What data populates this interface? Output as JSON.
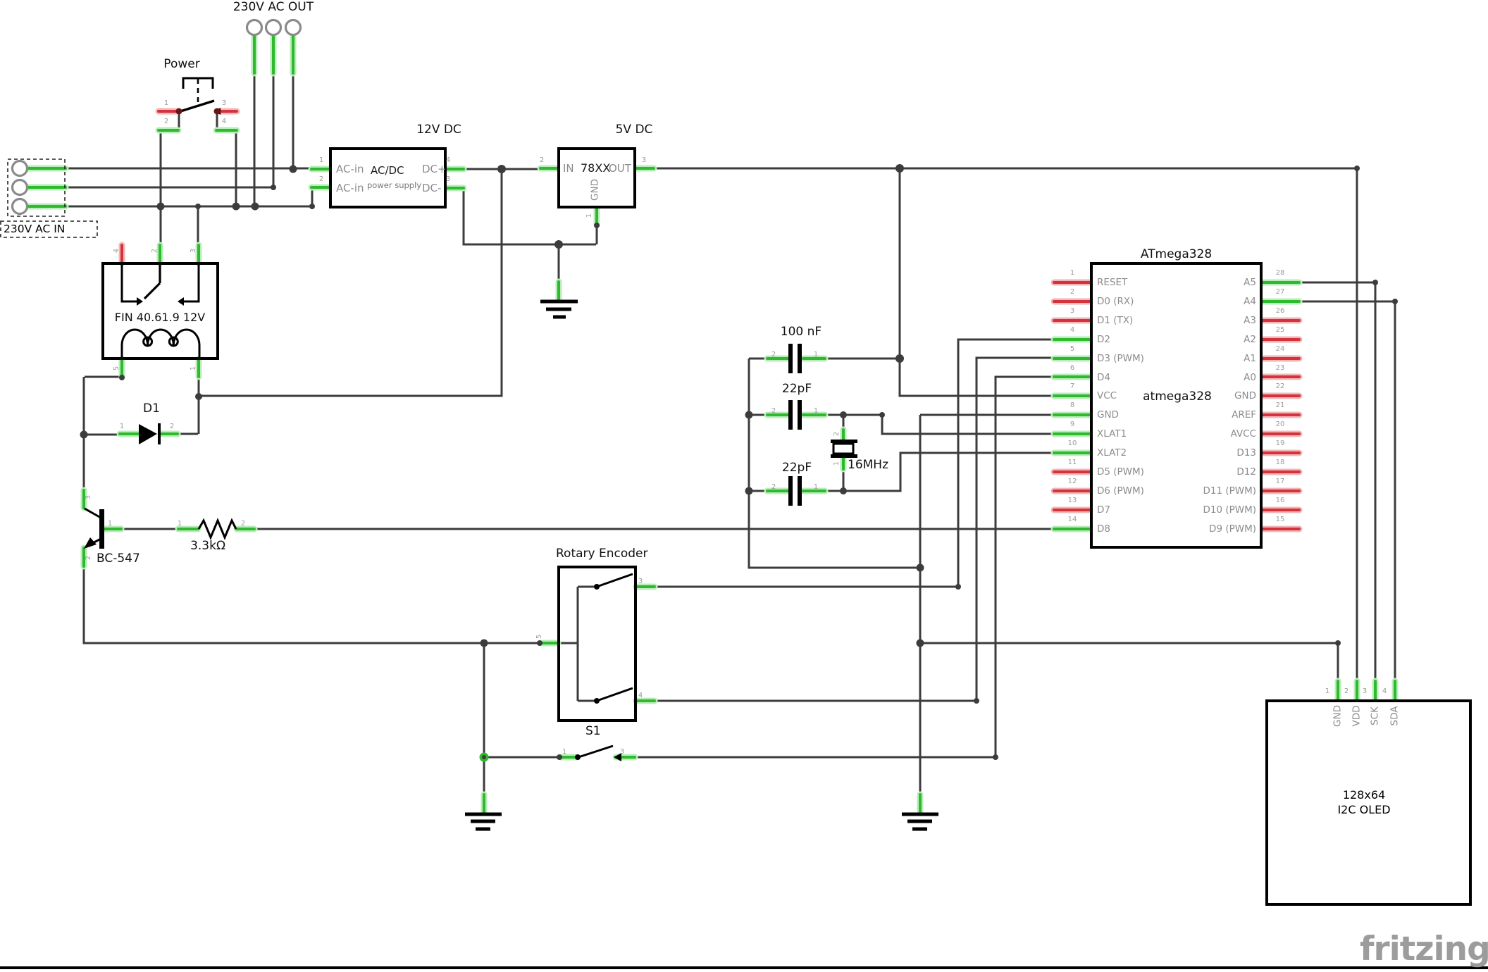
{
  "colors": {
    "wire": "#3c3c3c",
    "pin_connected": "#2eb92e",
    "pin_connected_halo": "#b9edb9",
    "pin_unconnected": "#d4333b",
    "pin_unconnected_halo": "#f2b6b8",
    "component_outline": "#000000",
    "muted_text": "#8c8c8c",
    "logo_gray": "#9c9c9c"
  },
  "net_labels": {
    "ac_out": "230V AC OUT",
    "power": "Power",
    "ac_in": "230V AC IN",
    "v12": "12V DC",
    "v5": "5V DC"
  },
  "power_switch": {
    "n1": "1",
    "n2": "2",
    "n3": "3",
    "n4": "4"
  },
  "psu": {
    "in1": "AC-in",
    "in2": "AC-in",
    "name": "AC/DC",
    "sub": "power supply",
    "outp": "DC+",
    "outm": "DC-",
    "n1": "1",
    "n2": "2",
    "n3": "3",
    "n4": "4"
  },
  "reg": {
    "in": "IN",
    "name": "78XX",
    "out": "OUT",
    "gnd": "GND",
    "n1": "1",
    "n2": "2",
    "n3": "3"
  },
  "relay": {
    "name": "FIN 40.61.9 12V",
    "n1": "1",
    "n2": "2",
    "n3": "3",
    "n4": "4",
    "n5": "5"
  },
  "diode": {
    "name": "D1",
    "n1": "1",
    "n2": "2"
  },
  "transistor": {
    "name": "BC-547",
    "n1": "1",
    "n2": "2",
    "n3": "3"
  },
  "resistor": {
    "value": "3.3kΩ",
    "n1": "1",
    "n2": "2"
  },
  "encoder": {
    "name": "Rotary Encoder",
    "n3": "3",
    "n4": "4",
    "n5": "5"
  },
  "s1": {
    "name": "S1",
    "n1": "1",
    "n3": "3"
  },
  "caps": {
    "c1": "100 nF",
    "c2": "22pF",
    "c3": "22pF",
    "n1": "1",
    "n2": "2"
  },
  "crystal": {
    "value": "16MHz",
    "n1": "1",
    "n2": "2"
  },
  "atmega": {
    "title": "ATmega328",
    "inner": "atmega328",
    "left": [
      {
        "n": "1",
        "label": "RESET"
      },
      {
        "n": "2",
        "label": "D0 (RX)"
      },
      {
        "n": "3",
        "label": "D1 (TX)"
      },
      {
        "n": "4",
        "label": "D2"
      },
      {
        "n": "5",
        "label": "D3 (PWM)"
      },
      {
        "n": "6",
        "label": "D4"
      },
      {
        "n": "7",
        "label": "VCC"
      },
      {
        "n": "8",
        "label": "GND"
      },
      {
        "n": "9",
        "label": "XLAT1"
      },
      {
        "n": "10",
        "label": "XLAT2"
      },
      {
        "n": "11",
        "label": "D5 (PWM)"
      },
      {
        "n": "12",
        "label": "D6 (PWM)"
      },
      {
        "n": "13",
        "label": "D7"
      },
      {
        "n": "14",
        "label": "D8"
      }
    ],
    "right": [
      {
        "n": "28",
        "label": "A5"
      },
      {
        "n": "27",
        "label": "A4"
      },
      {
        "n": "26",
        "label": "A3"
      },
      {
        "n": "25",
        "label": "A2"
      },
      {
        "n": "24",
        "label": "A1"
      },
      {
        "n": "23",
        "label": "A0"
      },
      {
        "n": "22",
        "label": "GND"
      },
      {
        "n": "21",
        "label": "AREF"
      },
      {
        "n": "20",
        "label": "AVCC"
      },
      {
        "n": "19",
        "label": "D13"
      },
      {
        "n": "18",
        "label": "D12"
      },
      {
        "n": "17",
        "label": "D11 (PWM)"
      },
      {
        "n": "16",
        "label": "D10 (PWM)"
      },
      {
        "n": "15",
        "label": "D9 (PWM)"
      }
    ]
  },
  "oled": {
    "line1": "128x64",
    "line2": "I2C OLED",
    "pins": [
      {
        "n": "1",
        "label": "GND"
      },
      {
        "n": "2",
        "label": "VDD"
      },
      {
        "n": "3",
        "label": "SCK"
      },
      {
        "n": "4",
        "label": "SDA"
      }
    ]
  },
  "logo": "fritzing"
}
